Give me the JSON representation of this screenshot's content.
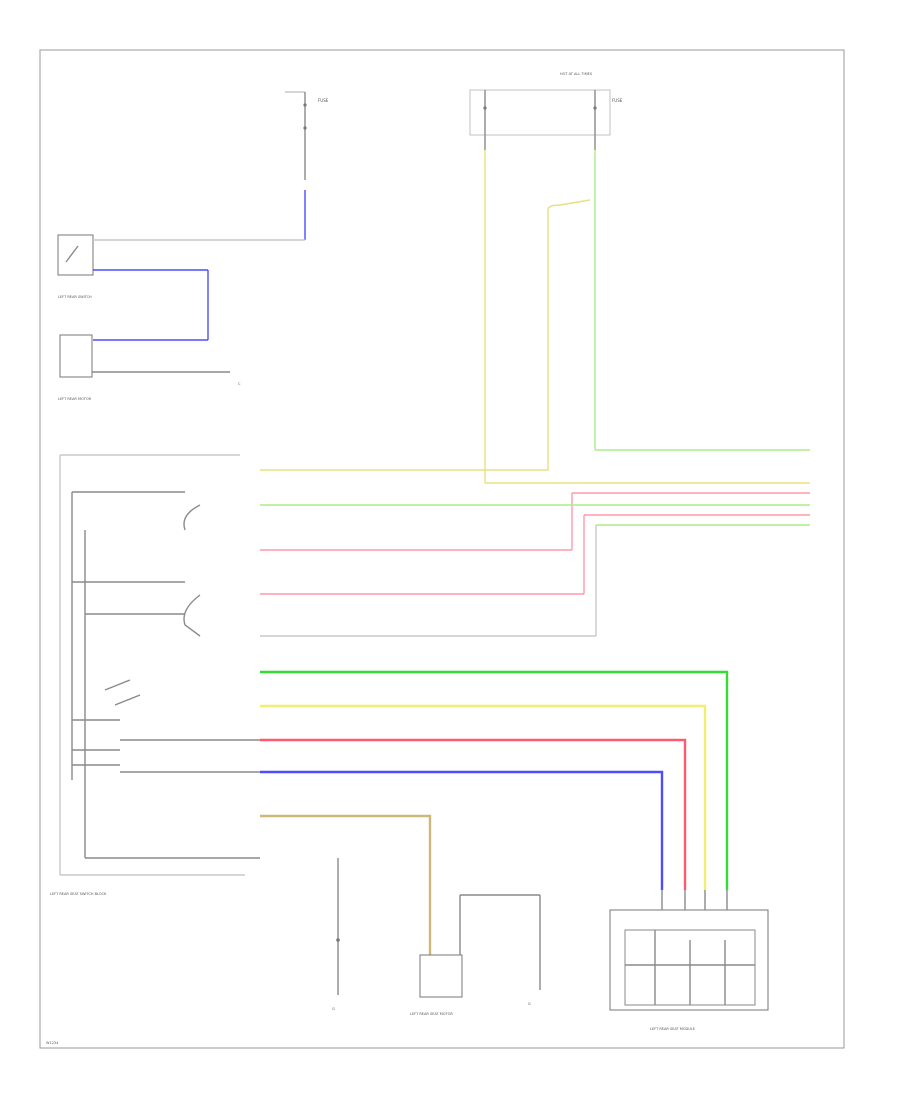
{
  "colors": {
    "blue": "#4d4dff",
    "green": "#33dd33",
    "yellow": "#f0f070",
    "red": "#ff5a6e",
    "pink": "#ff9aaa",
    "tan": "#ccb878",
    "lgreen": "#aaee88",
    "gray": "#8a8a8a",
    "light": "#c8c8c8"
  },
  "components": {
    "hot_at_all_times": "HOT AT ALL TIMES",
    "fuse_block_left": "FUSE",
    "fuse_block_right": "FUSE",
    "left_rear_switch": "LEFT REAR SWITCH",
    "left_rear_motor": "LEFT REAR MOTOR",
    "c_note": "C",
    "switch_block_label": "LEFT REAR SEAT SWITCH BLOCK",
    "ground_left": "G",
    "ground_right": "G",
    "module_center": "LEFT REAR SEAT MOTOR",
    "module_right": "LEFT REAR SEAT MODULE",
    "figure_id": "W1234"
  }
}
